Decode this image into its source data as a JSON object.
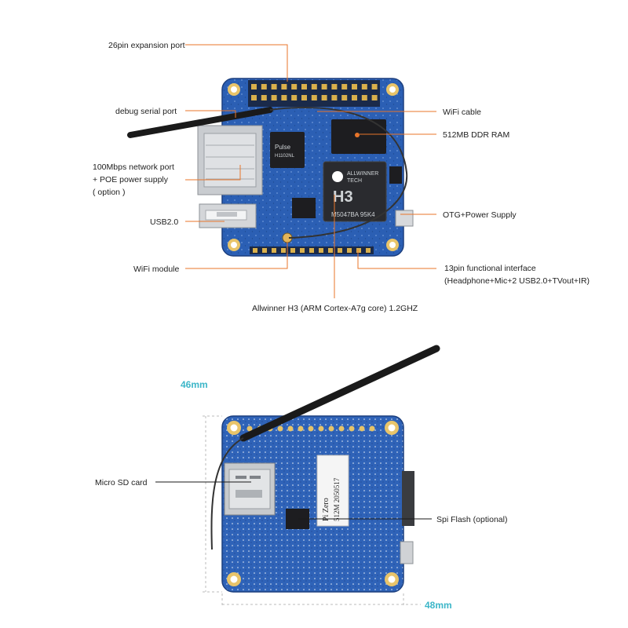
{
  "diagram": {
    "top": {
      "labels": {
        "expansion_port": "26pin expansion port",
        "debug_serial": "debug serial port",
        "network_1": "100Mbps network port",
        "network_2": "+ POE power supply",
        "network_3": "( option )",
        "usb": "USB2.0",
        "wifi_module": "WiFi module",
        "wifi_cable": "WiFi cable",
        "ram": "512MB DDR RAM",
        "otg": "OTG+Power Supply",
        "func_1": "13pin functional interface",
        "func_2": "(Headphone+Mic+2 USB2.0+TVout+IR)",
        "soc": "Allwinner H3 (ARM Cortex-A7g core) 1.2GHZ"
      },
      "chip_text": {
        "soc_brand": "ALLWINNER",
        "soc_brand2": "TECH",
        "soc_model": "H3",
        "soc_code": "M5047BA 95K4",
        "pulse_1": "Pulse",
        "pulse_2": "H1102NL"
      }
    },
    "bottom": {
      "labels": {
        "sd_card": "Micro SD card",
        "spi_flash": "Spi Flash (optional)"
      },
      "dimensions": {
        "height": "46mm",
        "width": "48mm"
      },
      "sticker": {
        "line1": "Pi Zero",
        "line2": "512M 2050517"
      }
    },
    "colors": {
      "board": "#2b5fb4",
      "leader_line": "#e8752a",
      "dimension": "#3cb6c8"
    }
  }
}
